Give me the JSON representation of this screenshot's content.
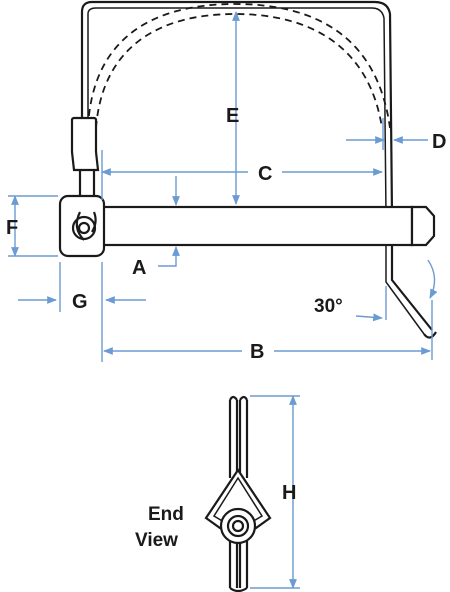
{
  "labels": {
    "a": "A",
    "b": "B",
    "c": "C",
    "d": "D",
    "e": "E",
    "f": "F",
    "g": "G",
    "h": "H",
    "angle": "30°",
    "end_view_line1": "End",
    "end_view_line2": "View"
  },
  "colors": {
    "dimension_lines": "#6b9bd1",
    "outline": "#1a1a1a"
  }
}
